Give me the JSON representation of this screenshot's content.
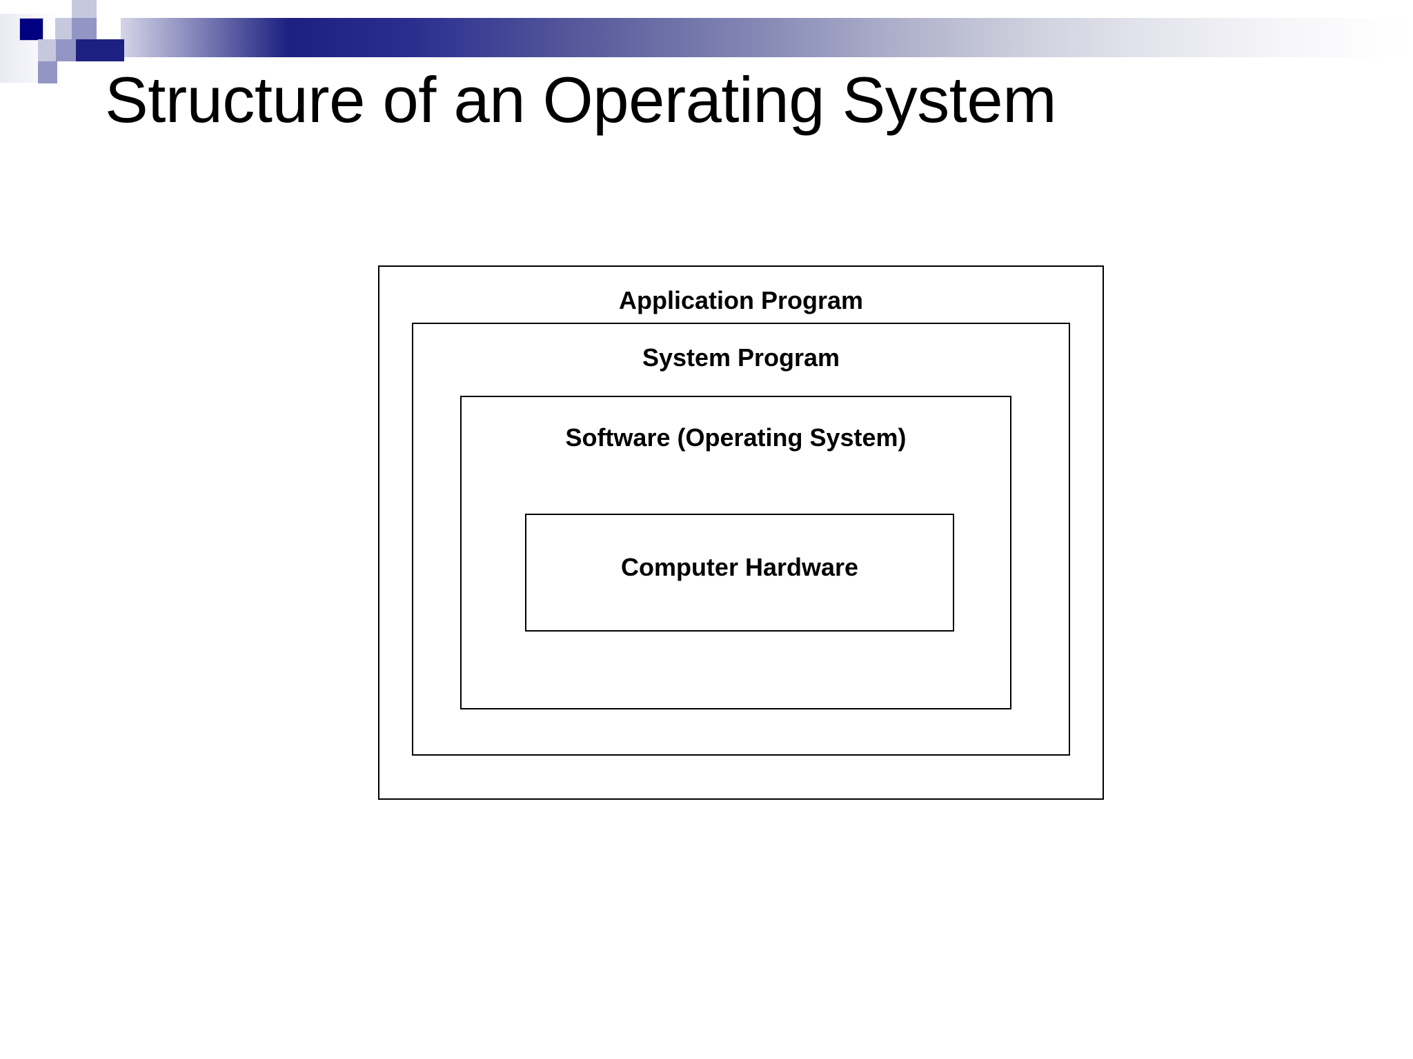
{
  "slide": {
    "title": "Structure of an Operating System",
    "background_color": "#ffffff",
    "title_color": "#000000"
  },
  "header_decoration": {
    "name": "gradient-mosaic-band",
    "gradient_start_color": "#000080",
    "gradient_mid_color": "#8487b4",
    "gradient_end_color": "#ffffff",
    "accent_navy": "#000080",
    "accent_mid": "#9396c4",
    "accent_light": "#c6c8de"
  },
  "diagram": {
    "type": "nested-layers",
    "border_color": "#000000",
    "layers": [
      {
        "label": "Application Program",
        "level": 1
      },
      {
        "label": "System Program",
        "level": 2
      },
      {
        "label": "Software (Operating System)",
        "level": 3
      },
      {
        "label": "Computer Hardware",
        "level": 4
      }
    ]
  }
}
